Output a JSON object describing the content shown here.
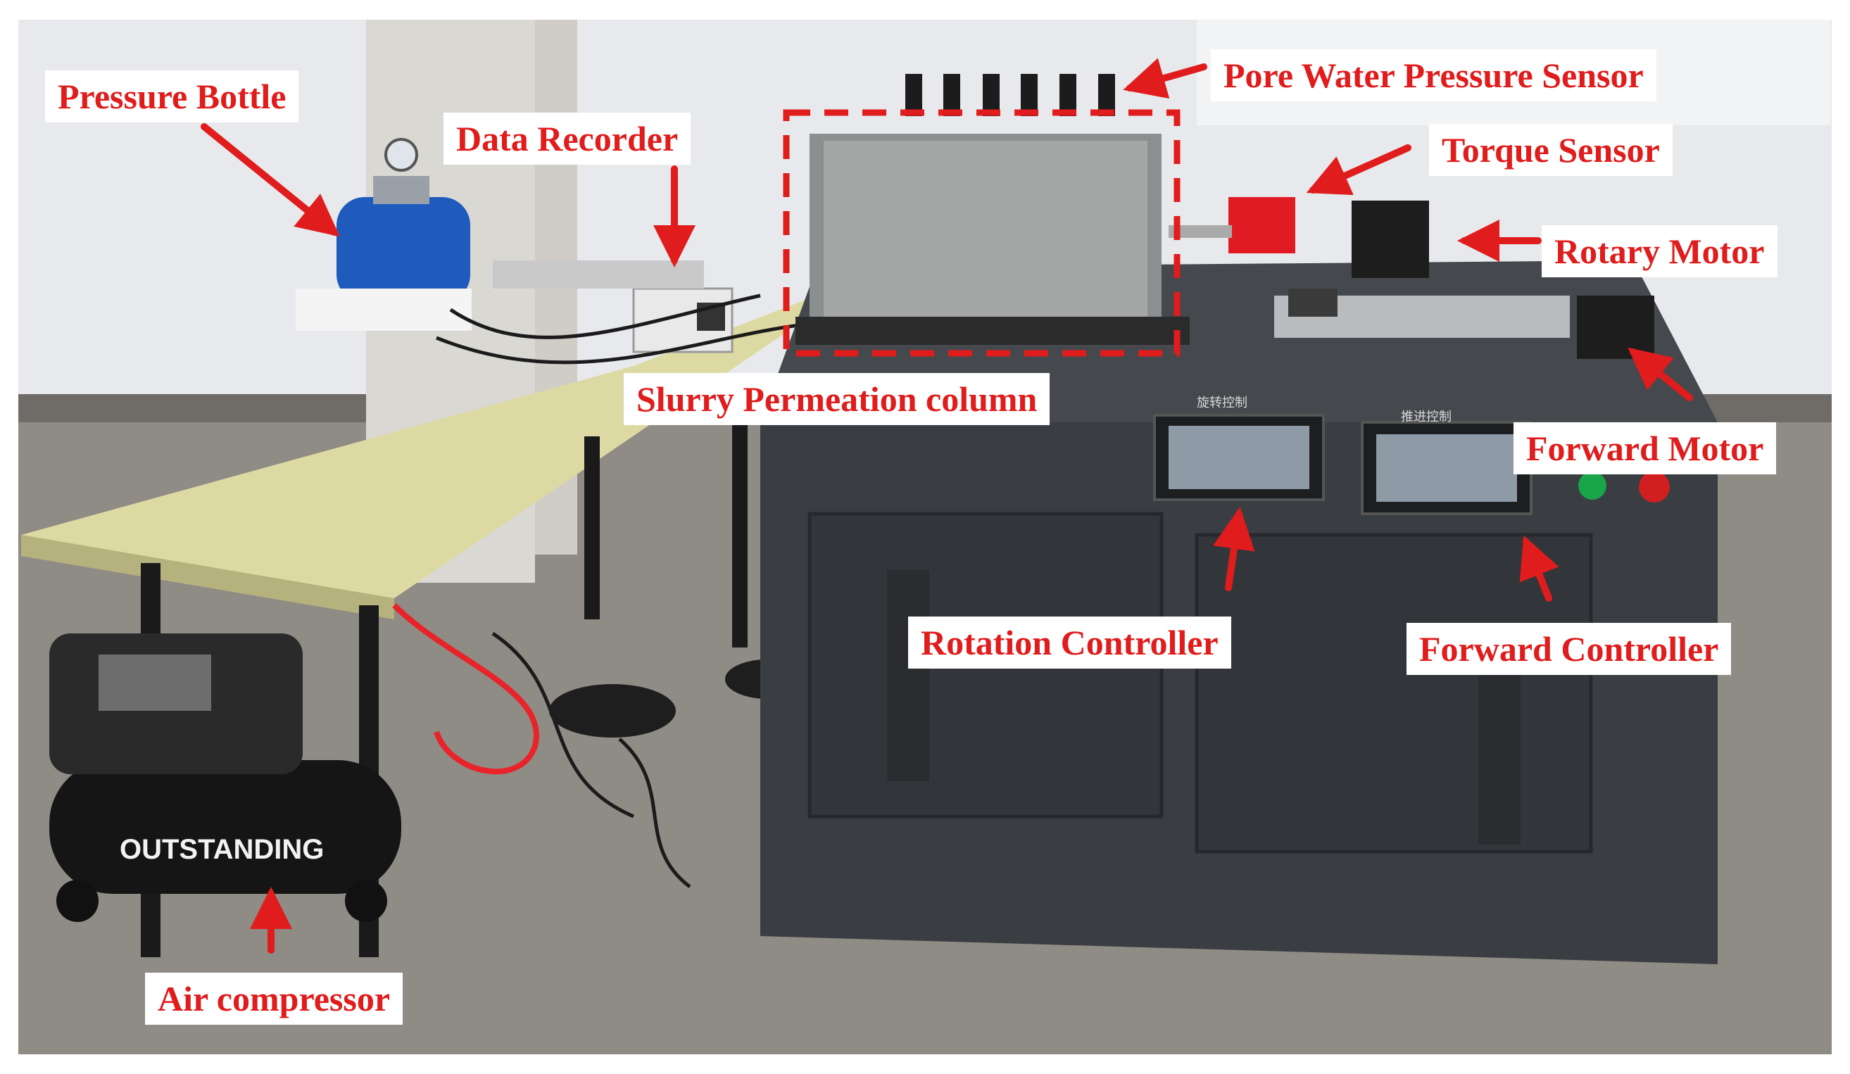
{
  "labels": {
    "pressure_bottle": "Pressure Bottle",
    "data_recorder": "Data Recorder",
    "pore_water_pressure_sensor": "Pore Water Pressure Sensor",
    "torque_sensor": "Torque Sensor",
    "rotary_motor": "Rotary Motor",
    "forward_motor": "Forward Motor",
    "slurry_permeation_column": "Slurry Permeation column",
    "rotation_controller": "Rotation Controller",
    "forward_controller": "Forward Controller",
    "air_compressor": "Air compressor"
  },
  "printed_text": {
    "compressor_brand": "OUTSTANDING",
    "rotation_panel_tag": "旋转控制",
    "forward_panel_tag": "推进控制"
  },
  "colors": {
    "annotation_red": "#e01c1c",
    "cabinet_gray": "#3a3d42",
    "wall": "#e6e8ea",
    "floor": "#8d8a84",
    "table_top": "#ddd9a2",
    "bottle_blue": "#1f5bbd"
  }
}
